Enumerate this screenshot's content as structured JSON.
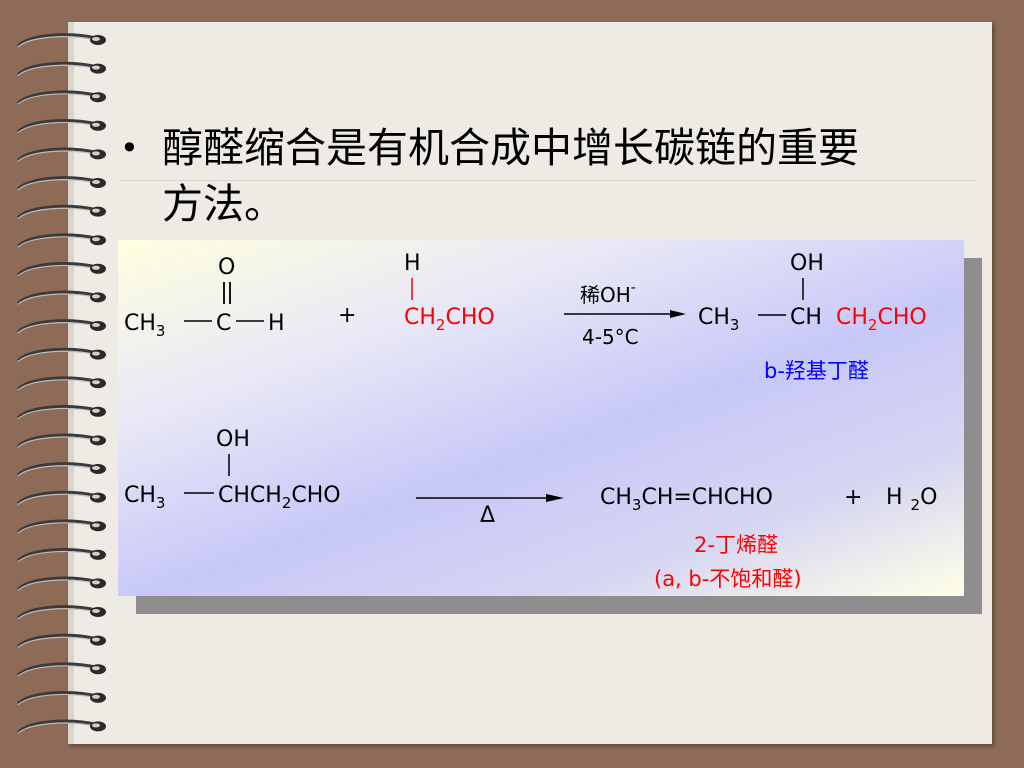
{
  "bullet": {
    "symbol": "•",
    "text_line1": "醇醛缩合是有机合成中增长碳链的重要",
    "text_line2": "方法。"
  },
  "reaction1": {
    "reactant1": {
      "o": "O",
      "ch3": "CH",
      "sub3": "3",
      "c": "C",
      "h": "H"
    },
    "plus": "+",
    "reactant2": {
      "h": "H",
      "ch": "CH",
      "sub2": "2",
      "cho": "CHO"
    },
    "catalyst_top": "稀OH",
    "catalyst_sup": "-",
    "catalyst_bottom": "4-5°C",
    "product": {
      "oh": "OH",
      "ch3": "CH",
      "sub3": "3",
      "ch": "CH",
      "ch2": "CH",
      "sub2": "2",
      "cho": "CHO"
    },
    "product_name": "b-羟基丁醛"
  },
  "reaction2": {
    "reactant": {
      "oh": "OH",
      "ch3": "CH",
      "sub3": "3",
      "chch": "CHCH",
      "sub2": "2",
      "cho": "CHO"
    },
    "condition": "Δ",
    "product": {
      "p1": "CH",
      "sub3": "3",
      "p2": "CH=CHCHO",
      "plus": "+",
      "h": "H",
      "sub2": "2",
      "o": "O"
    },
    "product_name": "2-丁烯醛",
    "product_note": "(a, b-不饱和醛)"
  },
  "colors": {
    "red": "#ff0000",
    "blue": "#0000ff",
    "black": "#000000"
  }
}
